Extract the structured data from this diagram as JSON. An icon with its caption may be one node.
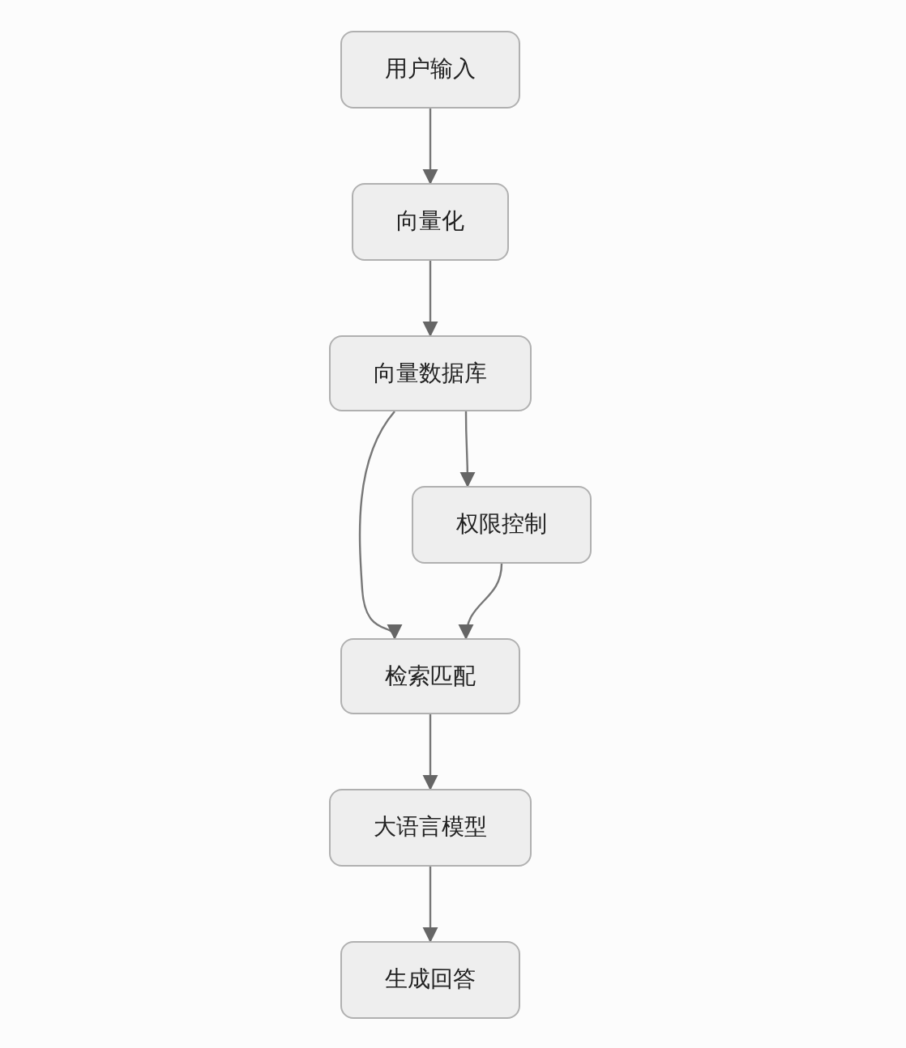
{
  "diagram": {
    "nodes": [
      {
        "text": [
          "用户输入"
        ]
      },
      {
        "text": [
          "向量化"
        ]
      },
      {
        "text": [
          "向量数据库"
        ]
      },
      {
        "text": [
          "权限控制"
        ]
      },
      {
        "text": [
          "检索匹配"
        ]
      },
      {
        "text": [
          "大语言模型"
        ]
      },
      {
        "text": [
          "生成回答"
        ]
      }
    ],
    "edges": [
      {
        "from": 0,
        "to": 1,
        "arrow": "to"
      },
      {
        "from": 1,
        "to": 2,
        "arrow": "to"
      },
      {
        "from": 2,
        "to": 4,
        "arrow": "to"
      },
      {
        "from": 2,
        "to": 3,
        "arrow": "to"
      },
      {
        "from": 3,
        "to": 4,
        "arrow": "to"
      },
      {
        "from": 4,
        "to": 5,
        "arrow": "to"
      },
      {
        "from": 5,
        "to": 6,
        "arrow": "to"
      }
    ]
  }
}
